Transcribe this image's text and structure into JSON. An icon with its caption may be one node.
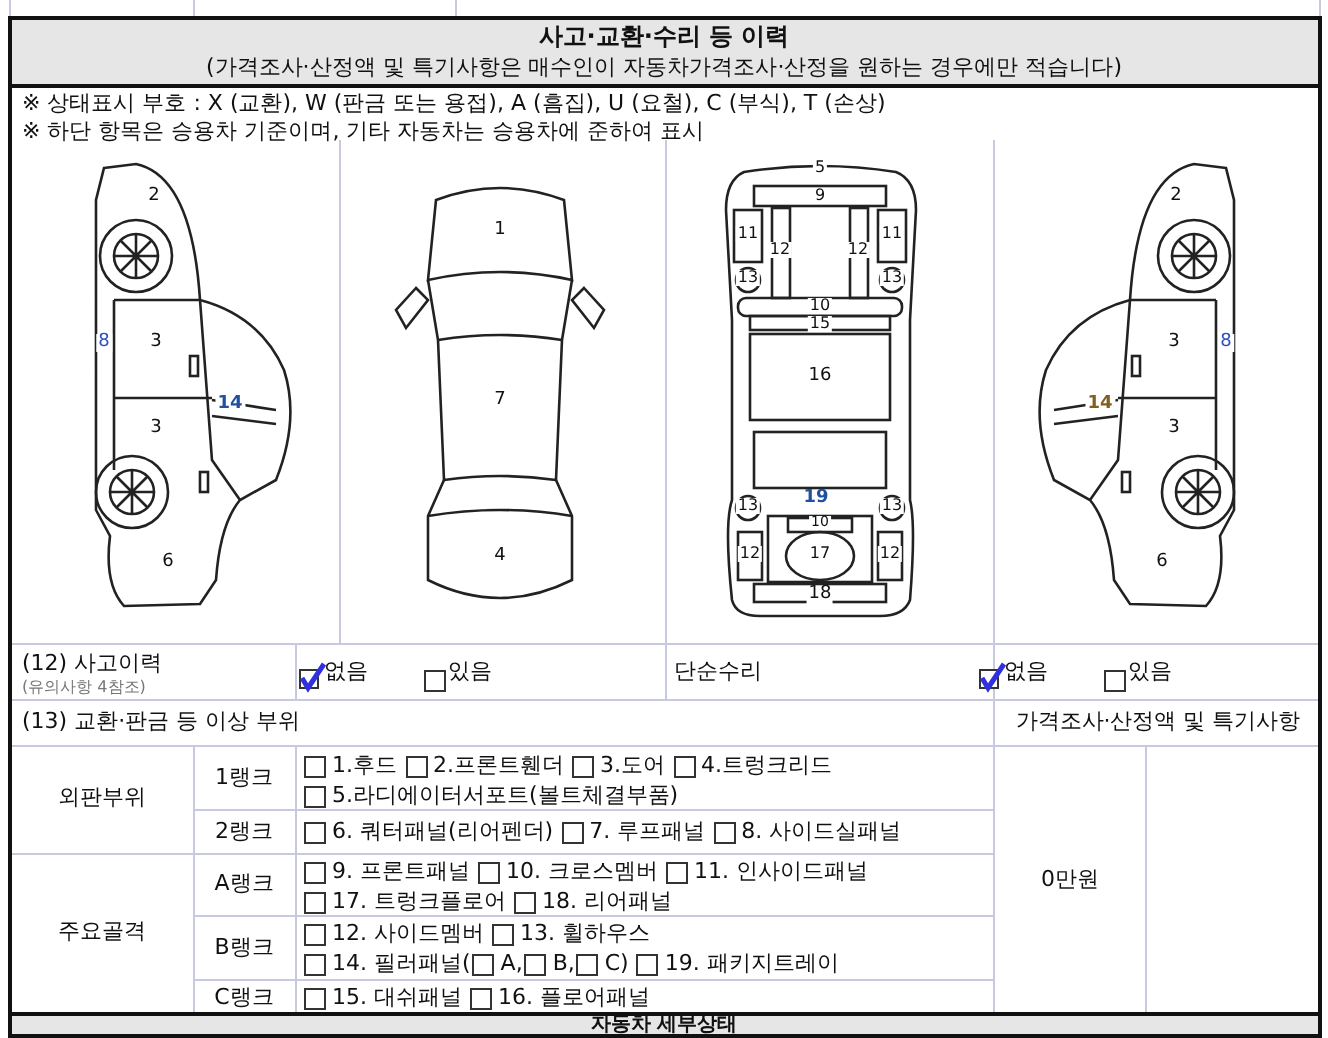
{
  "diagram": {
    "title": "사고·교환·수리 등 이력",
    "labels": [
      "(가격조사·산정액 및 특기사항은 매수인이 자동차가격조사·산정을 원하는 경우에만 적습니다)",
      "※ 상태표시 부호 : X (교환), W (판금 또는 용접), A (흠집), U (요철), C (부식), T (손상)",
      "※ 하단 항목은 승용차 기준이며, 기타 자동차는 승용차에 준하여 표시",
      "2",
      "8",
      "3",
      "14",
      "3",
      "6",
      "1",
      "7",
      "4",
      "5",
      "9",
      "11",
      "12",
      "12",
      "11",
      "13",
      "13",
      "10",
      "15",
      "16",
      "19",
      "13",
      "13",
      "10",
      "12",
      "17",
      "12",
      "18",
      "2",
      "3",
      "8",
      "14",
      "3",
      "6",
      "(12) 사고이력",
      "(유의사항 4참조)",
      "없음",
      "있음",
      "단순수리",
      "없음",
      "있음",
      "(13) 교환·판금 등 이상 부위",
      "가격조사·산정액 및 특기사항",
      "외판부위",
      "1랭크",
      "1.후드",
      "2.프론트휀더",
      "3.도어",
      "4.트렁크리드",
      "5.라디에이터서포트(볼트체결부품)",
      "2랭크",
      "6. 쿼터패널(리어펜더)",
      "7. 루프패널",
      "8. 사이드실패널",
      "주요골격",
      "A랭크",
      "9. 프론트패널",
      "10. 크로스멤버",
      "11. 인사이드패널",
      "17. 트렁크플로어",
      "18. 리어패널",
      "B랭크",
      "12. 사이드멤버",
      "13. 휠하우스",
      "14. 필러패널(",
      "A,",
      "B,",
      "C)",
      "19. 패키지트레이",
      "C랭크",
      "15. 대쉬패널",
      "16. 플로어패널",
      "0만원",
      "자동차 세부상태"
    ]
  }
}
